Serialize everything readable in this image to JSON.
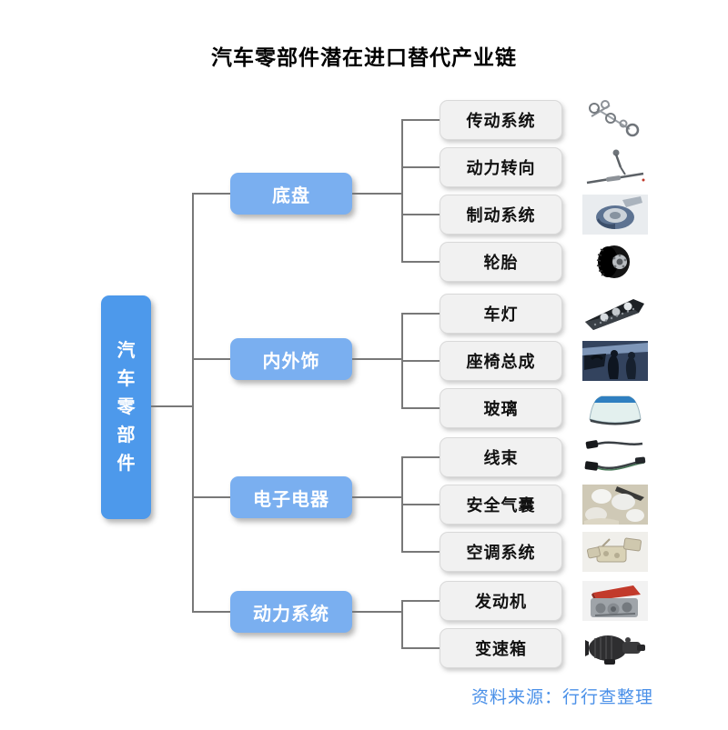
{
  "title": "汽车零部件潜在进口替代产业链",
  "root": {
    "label": "汽车零部件"
  },
  "categories": [
    {
      "label": "底盘",
      "children": [
        {
          "label": "传动系统",
          "icon": "drivetrain-photo"
        },
        {
          "label": "动力转向",
          "icon": "steering-photo"
        },
        {
          "label": "制动系统",
          "icon": "brake-photo"
        },
        {
          "label": "轮胎",
          "icon": "tire-photo"
        }
      ]
    },
    {
      "label": "内外饰",
      "children": [
        {
          "label": "车灯",
          "icon": "headlight-photo"
        },
        {
          "label": "座椅总成",
          "icon": "seat-photo"
        },
        {
          "label": "玻璃",
          "icon": "windshield-photo"
        }
      ]
    },
    {
      "label": "电子电器",
      "children": [
        {
          "label": "线束",
          "icon": "wire-harness-photo"
        },
        {
          "label": "安全气囊",
          "icon": "airbag-photo"
        },
        {
          "label": "空调系统",
          "icon": "ac-system-photo"
        }
      ]
    },
    {
      "label": "动力系统",
      "children": [
        {
          "label": "发动机",
          "icon": "engine-photo"
        },
        {
          "label": "变速箱",
          "icon": "gearbox-photo"
        }
      ]
    }
  ],
  "source": "资料来源：行行查整理",
  "colors": {
    "root_blue": "#4d99eb",
    "category_blue": "#7aaff0",
    "leaf_bg": "#f1f1f1",
    "leaf_border": "#d9d9d9",
    "connector_gray": "#787878",
    "source_text": "#4a90e8",
    "title_text": "#000000"
  }
}
